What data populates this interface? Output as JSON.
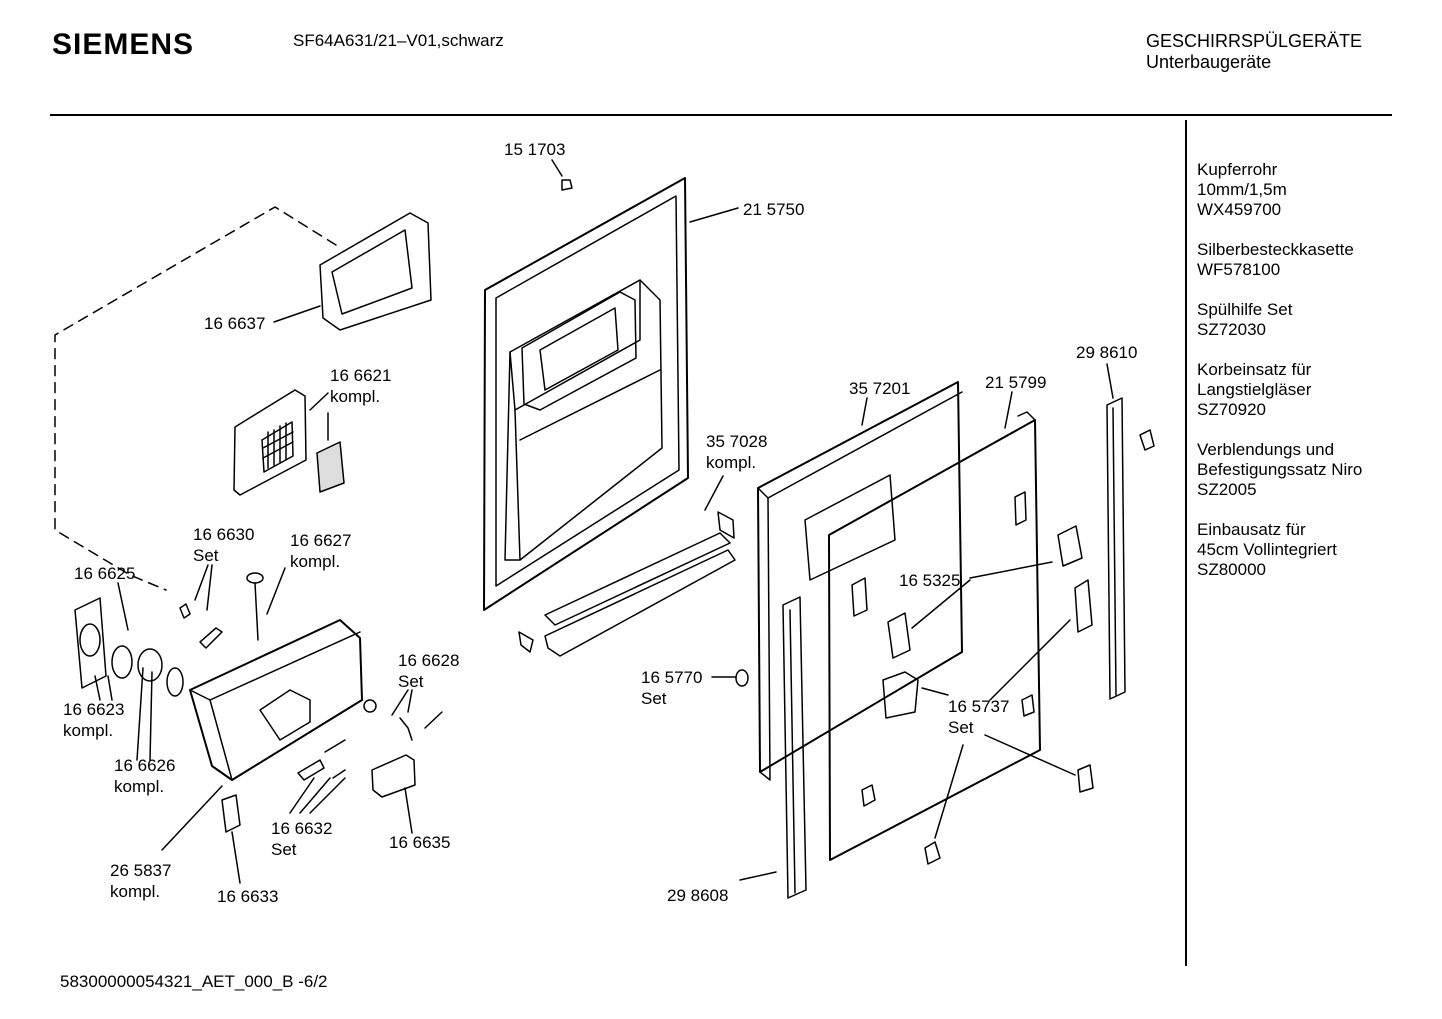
{
  "header": {
    "brand": "SIEMENS",
    "model": "SF64A631/21–V01,schwarz",
    "category_line1": "GESCHIRRSPÜLGERÄTE",
    "category_line2": "Unterbaugeräte"
  },
  "accessories": [
    {
      "lines": [
        "Kupferrohr",
        "10mm/1,5m",
        "WX459700"
      ]
    },
    {
      "lines": [
        "Silberbesteckkasette",
        "WF578100"
      ]
    },
    {
      "lines": [
        "Spülhilfe Set",
        "SZ72030"
      ]
    },
    {
      "lines": [
        "Korbeinsatz für",
        "Langstielgläser",
        "SZ70920"
      ]
    },
    {
      "lines": [
        "Verblendungs und",
        "Befestigungssatz Niro",
        "SZ2005"
      ]
    },
    {
      "lines": [
        "Einbausatz für",
        "45cm Vollintegriert",
        "SZ80000"
      ]
    }
  ],
  "parts": {
    "p151703": "15 1703",
    "p215750": "21 5750",
    "p166637": "16 6637",
    "p166621": "16 6621",
    "p166621b": "kompl.",
    "p357201": "35 7201",
    "p215799": "21 5799",
    "p298610": "29 8610",
    "p357028": "35 7028",
    "p357028b": "kompl.",
    "p166630": "16 6630",
    "p166630b": "Set",
    "p166627": "16 6627",
    "p166627b": "kompl.",
    "p166625": "16 6625",
    "p165325": "16 5325",
    "p166628": "16 6628",
    "p166628b": "Set",
    "p165770": "16 5770",
    "p165770b": "Set",
    "p166623": "16 6623",
    "p166623b": "kompl.",
    "p165737": "16 5737",
    "p165737b": "Set",
    "p166626": "16 6626",
    "p166626b": "kompl.",
    "p166632": "16 6632",
    "p166632b": "Set",
    "p166635": "16 6635",
    "p265837": "26 5837",
    "p265837b": "kompl.",
    "p166633": "16 6633",
    "p298608": "29 8608"
  },
  "footer": "58300000054321_AET_000_B  -6/2"
}
